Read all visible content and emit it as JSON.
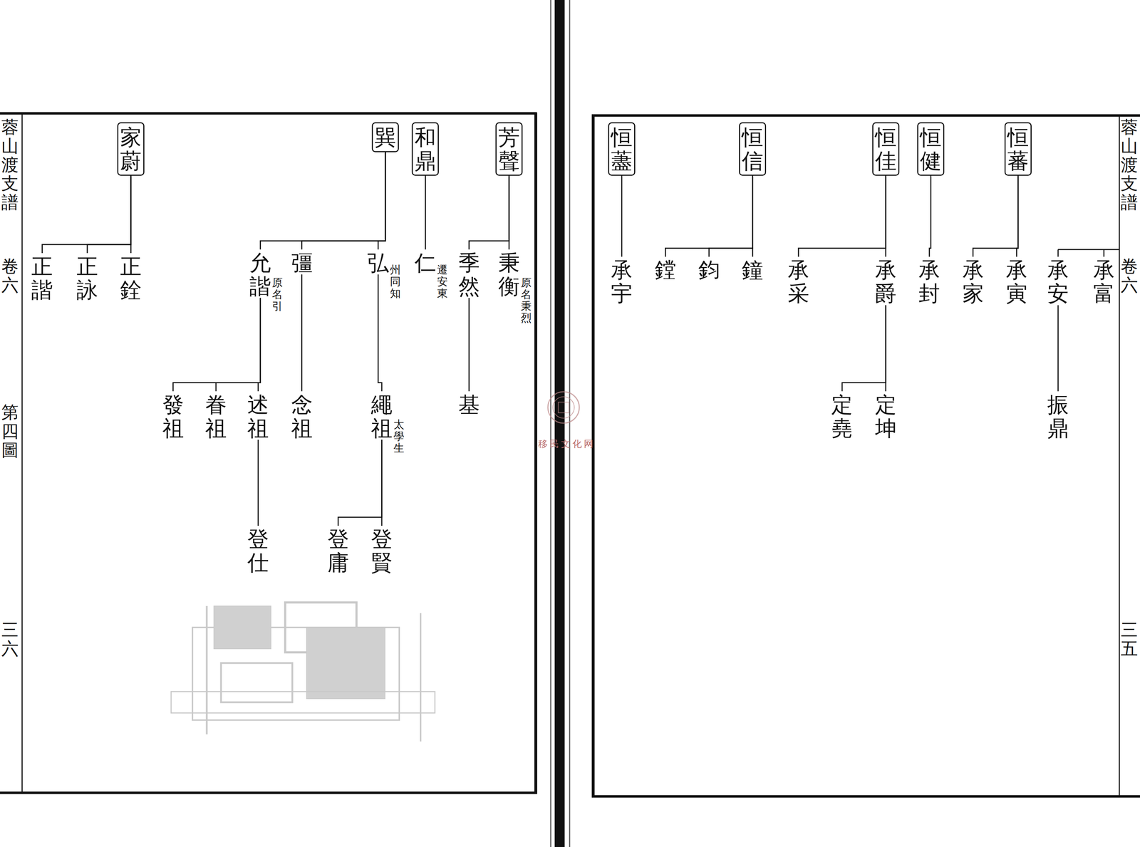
{
  "diagram": {
    "nodes": [
      {
        "text": [
          "承富"
        ]
      },
      {
        "text": [
          "承安"
        ]
      },
      {
        "text": [
          "振鼎"
        ]
      },
      {
        "text": [
          "恒蕃"
        ]
      },
      {
        "text": [
          "承寅"
        ]
      },
      {
        "text": [
          "承家"
        ]
      },
      {
        "text": [
          "恒健"
        ]
      },
      {
        "text": [
          "承封"
        ]
      },
      {
        "text": [
          "恒佳"
        ]
      },
      {
        "text": [
          "承爵"
        ]
      },
      {
        "text": [
          "承采"
        ]
      },
      {
        "text": [
          "定坤"
        ]
      },
      {
        "text": [
          "定堯"
        ]
      },
      {
        "text": [
          "恒信"
        ]
      },
      {
        "text": [
          "鐘"
        ]
      },
      {
        "text": [
          "鈞"
        ]
      },
      {
        "text": [
          "鏜"
        ]
      },
      {
        "text": [
          "恒藎"
        ]
      },
      {
        "text": [
          "承宇"
        ]
      },
      {
        "text": [
          "芳聲"
        ]
      },
      {
        "text": [
          "秉衡",
          "原名秉烈"
        ]
      },
      {
        "text": [
          "季然"
        ]
      },
      {
        "text": [
          "基"
        ]
      },
      {
        "text": [
          "和鼎"
        ]
      },
      {
        "text": [
          "仁",
          "遷安東"
        ]
      },
      {
        "text": [
          "巽"
        ]
      },
      {
        "text": [
          "弘",
          "州同知"
        ]
      },
      {
        "text": [
          "彊"
        ]
      },
      {
        "text": [
          "允諧",
          "原名引"
        ]
      },
      {
        "text": [
          "繩祖",
          "太學生"
        ]
      },
      {
        "text": [
          "登賢"
        ]
      },
      {
        "text": [
          "登庸"
        ]
      },
      {
        "text": [
          "念祖"
        ]
      },
      {
        "text": [
          "述祖"
        ]
      },
      {
        "text": [
          "眷祖"
        ]
      },
      {
        "text": [
          "發祖"
        ]
      },
      {
        "text": [
          "登仕"
        ]
      },
      {
        "text": [
          "家蔚"
        ]
      },
      {
        "text": [
          "正銓"
        ]
      },
      {
        "text": [
          "正詠"
        ]
      },
      {
        "text": [
          "正諧"
        ]
      }
    ],
    "edges": [
      {
        "from": 1,
        "to": 2,
        "arrow": "none"
      },
      {
        "from": 3,
        "to": 4,
        "arrow": "none"
      },
      {
        "from": 3,
        "to": 5,
        "arrow": "none"
      },
      {
        "from": 6,
        "to": 7,
        "arrow": "none"
      },
      {
        "from": 8,
        "to": 9,
        "arrow": "none"
      },
      {
        "from": 8,
        "to": 10,
        "arrow": "none"
      },
      {
        "from": 9,
        "to": 11,
        "arrow": "none"
      },
      {
        "from": 9,
        "to": 12,
        "arrow": "none"
      },
      {
        "from": 13,
        "to": 14,
        "arrow": "none"
      },
      {
        "from": 13,
        "to": 15,
        "arrow": "none"
      },
      {
        "from": 13,
        "to": 16,
        "arrow": "none"
      },
      {
        "from": 17,
        "to": 18,
        "arrow": "none"
      },
      {
        "from": 19,
        "to": 20,
        "arrow": "none"
      },
      {
        "from": 19,
        "to": 21,
        "arrow": "none"
      },
      {
        "from": 21,
        "to": 22,
        "arrow": "none"
      },
      {
        "from": 23,
        "to": 24,
        "arrow": "none"
      },
      {
        "from": 25,
        "to": 26,
        "arrow": "none"
      },
      {
        "from": 25,
        "to": 27,
        "arrow": "none"
      },
      {
        "from": 25,
        "to": 28,
        "arrow": "none"
      },
      {
        "from": 26,
        "to": 29,
        "arrow": "none"
      },
      {
        "from": 29,
        "to": 30,
        "arrow": "none"
      },
      {
        "from": 29,
        "to": 31,
        "arrow": "none"
      },
      {
        "from": 27,
        "to": 32,
        "arrow": "none"
      },
      {
        "from": 28,
        "to": 33,
        "arrow": "none"
      },
      {
        "from": 28,
        "to": 34,
        "arrow": "none"
      },
      {
        "from": 28,
        "to": 35,
        "arrow": "none"
      },
      {
        "from": 33,
        "to": 36,
        "arrow": "none"
      },
      {
        "from": 37,
        "to": 38,
        "arrow": "none"
      },
      {
        "from": 37,
        "to": 39,
        "arrow": "none"
      },
      {
        "from": 37,
        "to": 40,
        "arrow": "none"
      }
    ],
    "labels": [
      "蓉山渡支譜",
      "卷六",
      "第四圖",
      "三六",
      "蓉山渡支譜",
      "卷六",
      "三五",
      "移民文化网"
    ]
  }
}
